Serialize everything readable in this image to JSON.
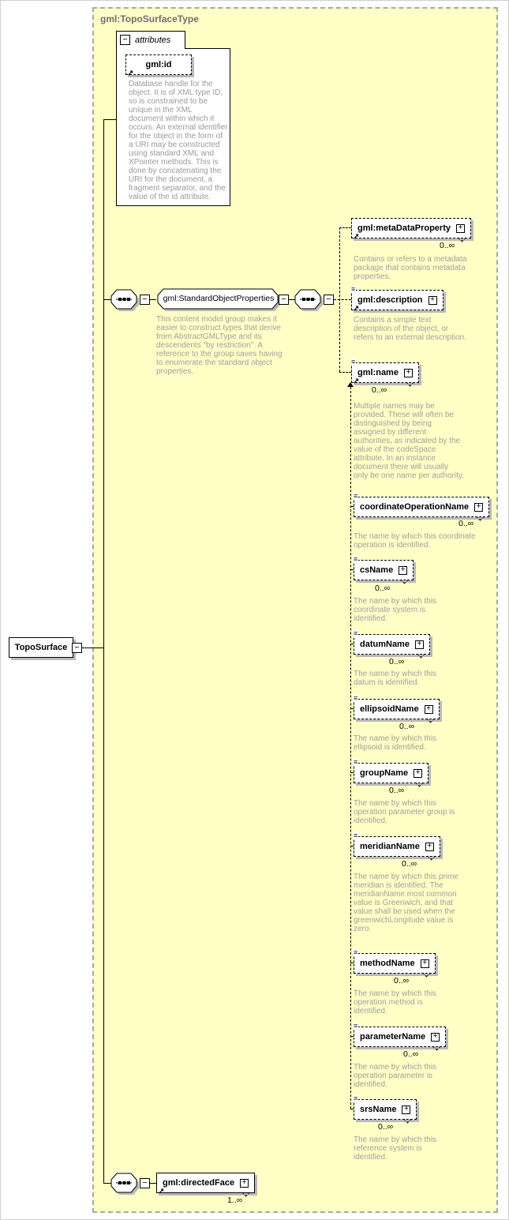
{
  "icons": {
    "expand": "+",
    "collapse": "−",
    "reference_arrow": "↗",
    "annotation": "≡"
  },
  "container": {
    "label": "gml:TopoSurfaceType"
  },
  "root": {
    "label": "TopoSurface"
  },
  "attributes": {
    "label": "attributes",
    "attr": {
      "name": "gml:id",
      "doc": "Database handle for the object.  It is of XML type ID, so is constrained to be unique in the XML document within which it occurs.  An external identifier for the object in the form of a URI may be constructed using standard XML and XPointer methods.  This is done by concatenating the URI for the document, a fragment separator, and the value of the id attribute."
    }
  },
  "group": {
    "name": "gml:StandardObjectProperties",
    "doc": "This content model group makes it easier to construct types that derive from AbstractGMLType and its descendents \"by restriction\".  A reference to the group saves having to enumerate the standard object properties."
  },
  "children": [
    {
      "name": "gml:metaDataProperty",
      "occurs": "0..∞",
      "doc": "Contains or refers to a metadata package that contains metadata properties."
    },
    {
      "name": "gml:description",
      "occurs": "",
      "doc": "Contains a simple text description of the object, or refers to an external description."
    },
    {
      "name": "gml:name",
      "occurs": "0..∞",
      "doc": "Multiple names may be provided.  These will often be distinguished by being assigned by different authorities, as indicated by the value of the codeSpace attribute.  In an instance document there will usually only be one name per authority."
    }
  ],
  "subs": [
    {
      "name": "coordinateOperationName",
      "occurs": "0..∞",
      "doc": "The name by which this coordinate operation is identified."
    },
    {
      "name": "csName",
      "occurs": "0..∞",
      "doc": "The name by which this coordinate system is identified."
    },
    {
      "name": "datumName",
      "occurs": "0..∞",
      "doc": "The name by which this datum is identified."
    },
    {
      "name": "ellipsoidName",
      "occurs": "0..∞",
      "doc": "The name by which this ellipsoid is identified."
    },
    {
      "name": "groupName",
      "occurs": "0..∞",
      "doc": "The name by which this operation parameter group is identified."
    },
    {
      "name": "meridianName",
      "occurs": "0..∞",
      "doc": "The name by which this prime meridian is identified. The meridianName most common value is Greenwich, and that value shall be used when the greenwichLongitude value is zero."
    },
    {
      "name": "methodName",
      "occurs": "0..∞",
      "doc": "The name by which this operation method is identified."
    },
    {
      "name": "parameterName",
      "occurs": "0..∞",
      "doc": "The name by which this operation parameter is identified."
    },
    {
      "name": "srsName",
      "occurs": "0..∞",
      "doc": "The name by which this reference system is identified."
    }
  ],
  "directedFace": {
    "name": "gml:directedFace",
    "occurs": "1..∞"
  }
}
